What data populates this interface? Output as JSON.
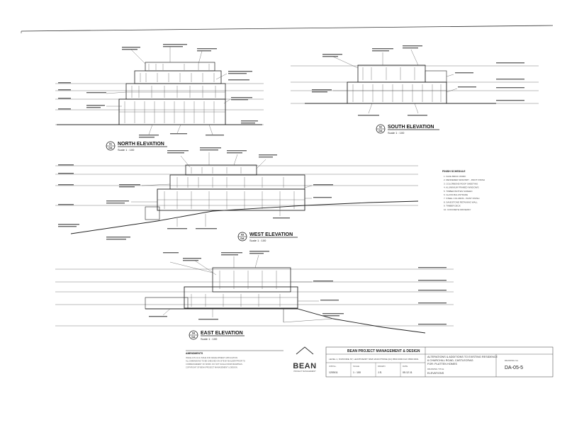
{
  "drawing": {
    "elevations": [
      {
        "key": "north",
        "title": "NORTH ELEVATION",
        "scale": "Scale 1 : 100",
        "ref_top": "01",
        "ref_bottom": "DA"
      },
      {
        "key": "south",
        "title": "SOUTH ELEVATION",
        "scale": "Scale 1 : 100",
        "ref_top": "02",
        "ref_bottom": "DA"
      },
      {
        "key": "west",
        "title": "WEST ELEVATION",
        "scale": "Scale 1 : 100",
        "ref_top": "03",
        "ref_bottom": "DA"
      },
      {
        "key": "east",
        "title": "EAST ELEVATION",
        "scale": "Scale 1 : 100",
        "ref_top": "04",
        "ref_bottom": "DA"
      }
    ],
    "finishes_schedule": {
      "heading": "FINISH SCHEDULE",
      "items": [
        "1. FACE BRICK WORK",
        "2. RENDERED MASONRY - PAINT FINISH",
        "3. COLORBOND ROOF SHEETING",
        "4. ALUMINIUM FRAMED WINDOWS",
        "5. TIMBER BATTEN SCREEN",
        "6. GLASS BALUSTRADE",
        "7. STEEL COLUMNS - PAINT FINISH",
        "8. SANDSTONE RETAINING WALL",
        "9. TIMBER DECK",
        "10. CONCRETE DRIVEWAY"
      ]
    },
    "title_block": {
      "company": "BEAN PROJECT MANAGEMENT & DESIGN",
      "company_address": "LEVEL 1, 8 MOODIE ST, LEICHHARDT NSW 2040   PHONE (02) 9560 0000   FAX 9560 0001",
      "logo_text": "BEAN",
      "logo_sub": "PROJECT MANAGEMENT",
      "project_title": "ALTERATIONS & ADDITIONS TO EXISTING RESIDENCE",
      "project_address": "6 CHURCHILL ROAD, CASTLECRAG",
      "client": "FOR: PLATTEN HOMES",
      "drawing_title_label": "DRAWING TITLE",
      "drawing_title": "ELEVATIONS",
      "fields": [
        {
          "label": "JOB No.",
          "value": "1205/11"
        },
        {
          "label": "SCALE",
          "value": "1 : 100"
        },
        {
          "label": "DRAWN",
          "value": "J.S."
        },
        {
          "label": "DATE",
          "value": "05.12.11"
        }
      ],
      "drawing_no_label": "DRAWING No.",
      "drawing_no": "DA-05-5",
      "notes_heading": "AMENDMENTS",
      "notes": [
        "ISSUE A  05.12.11  ISSUE FOR DEVELOPMENT APPLICATION",
        "ALL DIMENSIONS TO BE CHECKED ON SITE BY BUILDER PRIOR TO",
        "COMMENCEMENT OF WORK. DO NOT SCALE FROM DRAWINGS.",
        "COPYRIGHT OF BEAN PROJECT MANAGEMENT & DESIGN."
      ]
    }
  }
}
